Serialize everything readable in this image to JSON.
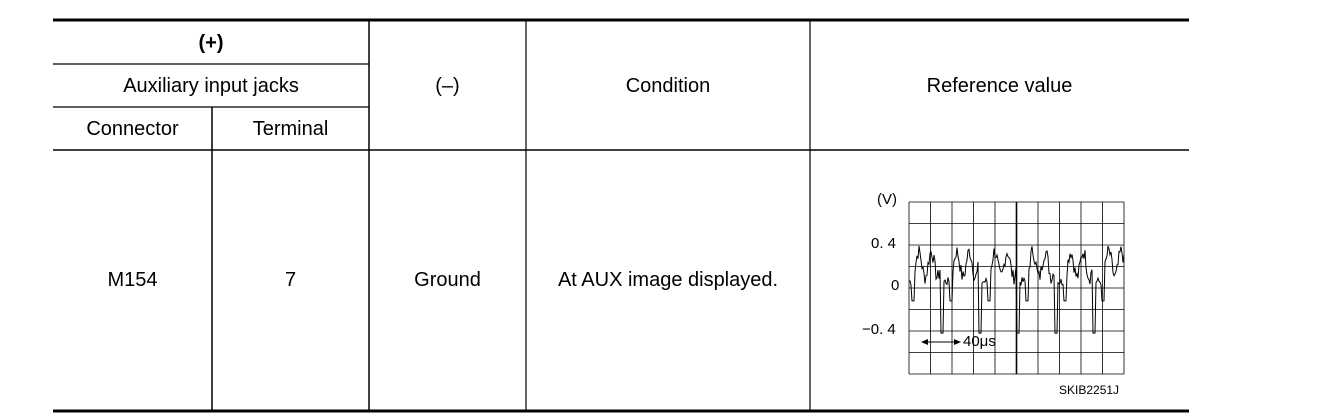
{
  "header": {
    "plus_label": "(+)",
    "aux_jacks_label": "Auxiliary input jacks",
    "connector_label": "Connector",
    "terminal_label": "Terminal",
    "minus_label": "(–)",
    "condition_label": "Condition",
    "reference_label": "Reference value"
  },
  "row": {
    "connector": "M154",
    "terminal": "7",
    "minus": "Ground",
    "condition": "At AUX image displayed."
  },
  "waveform": {
    "unit_label": "(V)",
    "tick_labels": [
      "0. 4",
      "0",
      "−0. 4"
    ],
    "time_label": "40μs",
    "figure_code": "SKIB2251J"
  }
}
